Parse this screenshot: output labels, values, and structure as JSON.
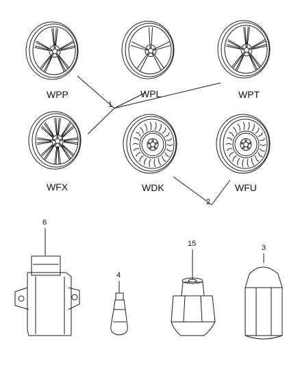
{
  "wheels": [
    {
      "code": "WPP",
      "style": "twin-spoke"
    },
    {
      "code": "WPL",
      "style": "five-spoke"
    },
    {
      "code": "WPT",
      "style": "split-spoke"
    },
    {
      "code": "WFX",
      "style": "multi-spoke"
    },
    {
      "code": "WDK",
      "style": "steel"
    },
    {
      "code": "WFU",
      "style": "steel"
    }
  ],
  "callouts": {
    "wheels": "1",
    "steel_wheels": "2",
    "lug_nut_capped": "3",
    "valve_stem": "4",
    "tpms_sensor": "6",
    "lug_nut_open": "15"
  },
  "colors": {
    "line": "#1a1a1a",
    "background": "#ffffff"
  }
}
